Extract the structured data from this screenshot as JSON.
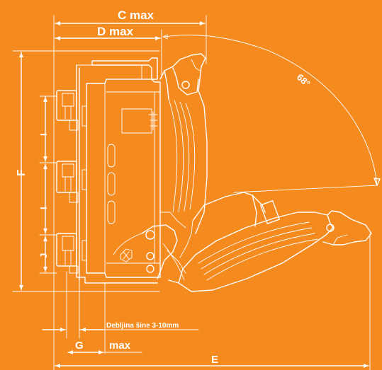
{
  "dimensions": {
    "c_max": "C max",
    "d_max": "D max",
    "angle": "68°",
    "f": "F",
    "i_upper": "I",
    "i_lower": "I",
    "j": "J",
    "g": "G",
    "max": "max",
    "e": "E"
  },
  "notes": {
    "rail_thickness": "Debljina šine 3-10mm"
  },
  "colors": {
    "background": "#f58a1f",
    "lines": "#ffffff"
  }
}
